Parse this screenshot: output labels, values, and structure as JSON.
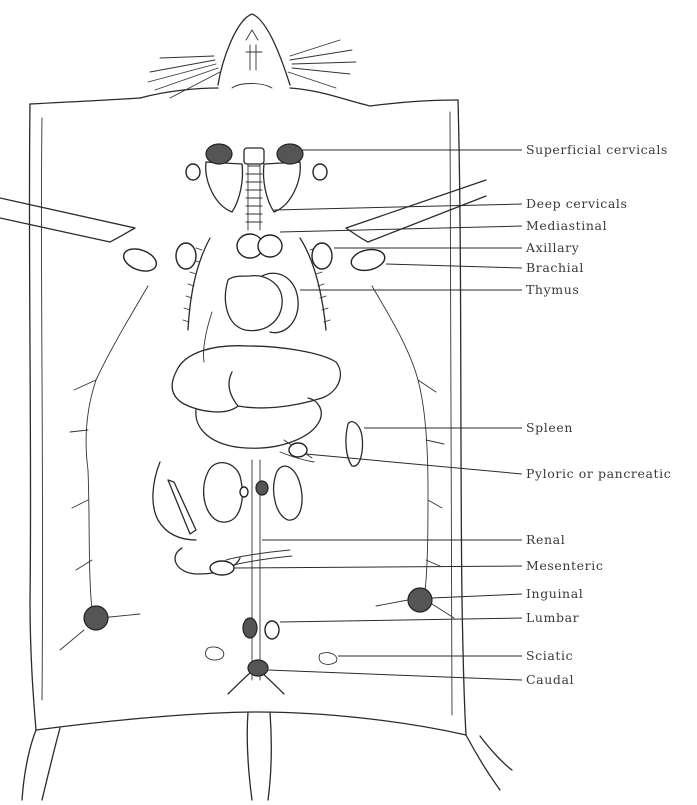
{
  "labels": {
    "superficial_cervicals": "Superficial cervicals",
    "deep_cervicals": "Deep cervicals",
    "mediastinal": "Mediastinal",
    "axillary": "Axillary",
    "brachial": "Brachial",
    "thymus": "Thymus",
    "spleen": "Spleen",
    "pyloric": "Pyloric or pancreatic",
    "renal": "Renal",
    "mesenteric": "Mesenteric",
    "inguinal": "Inguinal",
    "lumbar": "Lumbar",
    "sciatic": "Sciatic",
    "caudal": "Caudal"
  }
}
